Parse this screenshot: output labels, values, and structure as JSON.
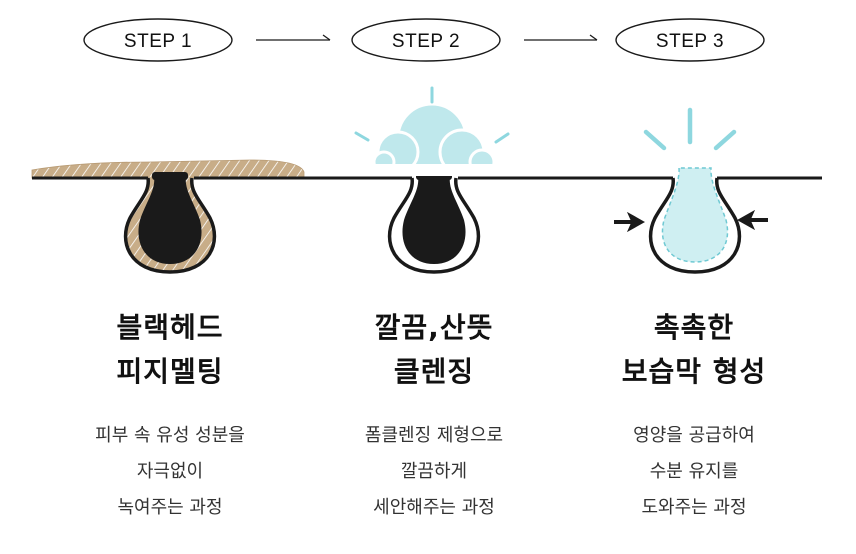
{
  "steps": [
    {
      "label": "STEP 1",
      "title": [
        "블랙헤드",
        "피지멜팅"
      ],
      "description": [
        "피부 속 유성 성분을",
        "자극없이",
        "녹여주는 과정"
      ]
    },
    {
      "label": "STEP 2",
      "title": [
        "깔끔,산뜻",
        "클렌징"
      ],
      "description": [
        "폼클렌징 제형으로",
        "깔끔하게",
        "세안해주는 과정"
      ]
    },
    {
      "label": "STEP 3",
      "title": [
        "촉촉한",
        "보습막 형성"
      ],
      "description": [
        "영양을 공급하여",
        "수분 유지를",
        "도와주는 과정"
      ]
    }
  ],
  "colors": {
    "ink": "#1a1a1a",
    "oil": "#c8ad88",
    "foam": "#bfe8ec",
    "foam_stroke": "#9fdbe2",
    "moisture": "#cfeff2",
    "moisture_dash": "#6fc9d3",
    "ray": "#8ed7df"
  },
  "icons": [
    "arrow-right-icon",
    "press-arrow-icon",
    "foam-bubble-icon",
    "pore-icon"
  ]
}
